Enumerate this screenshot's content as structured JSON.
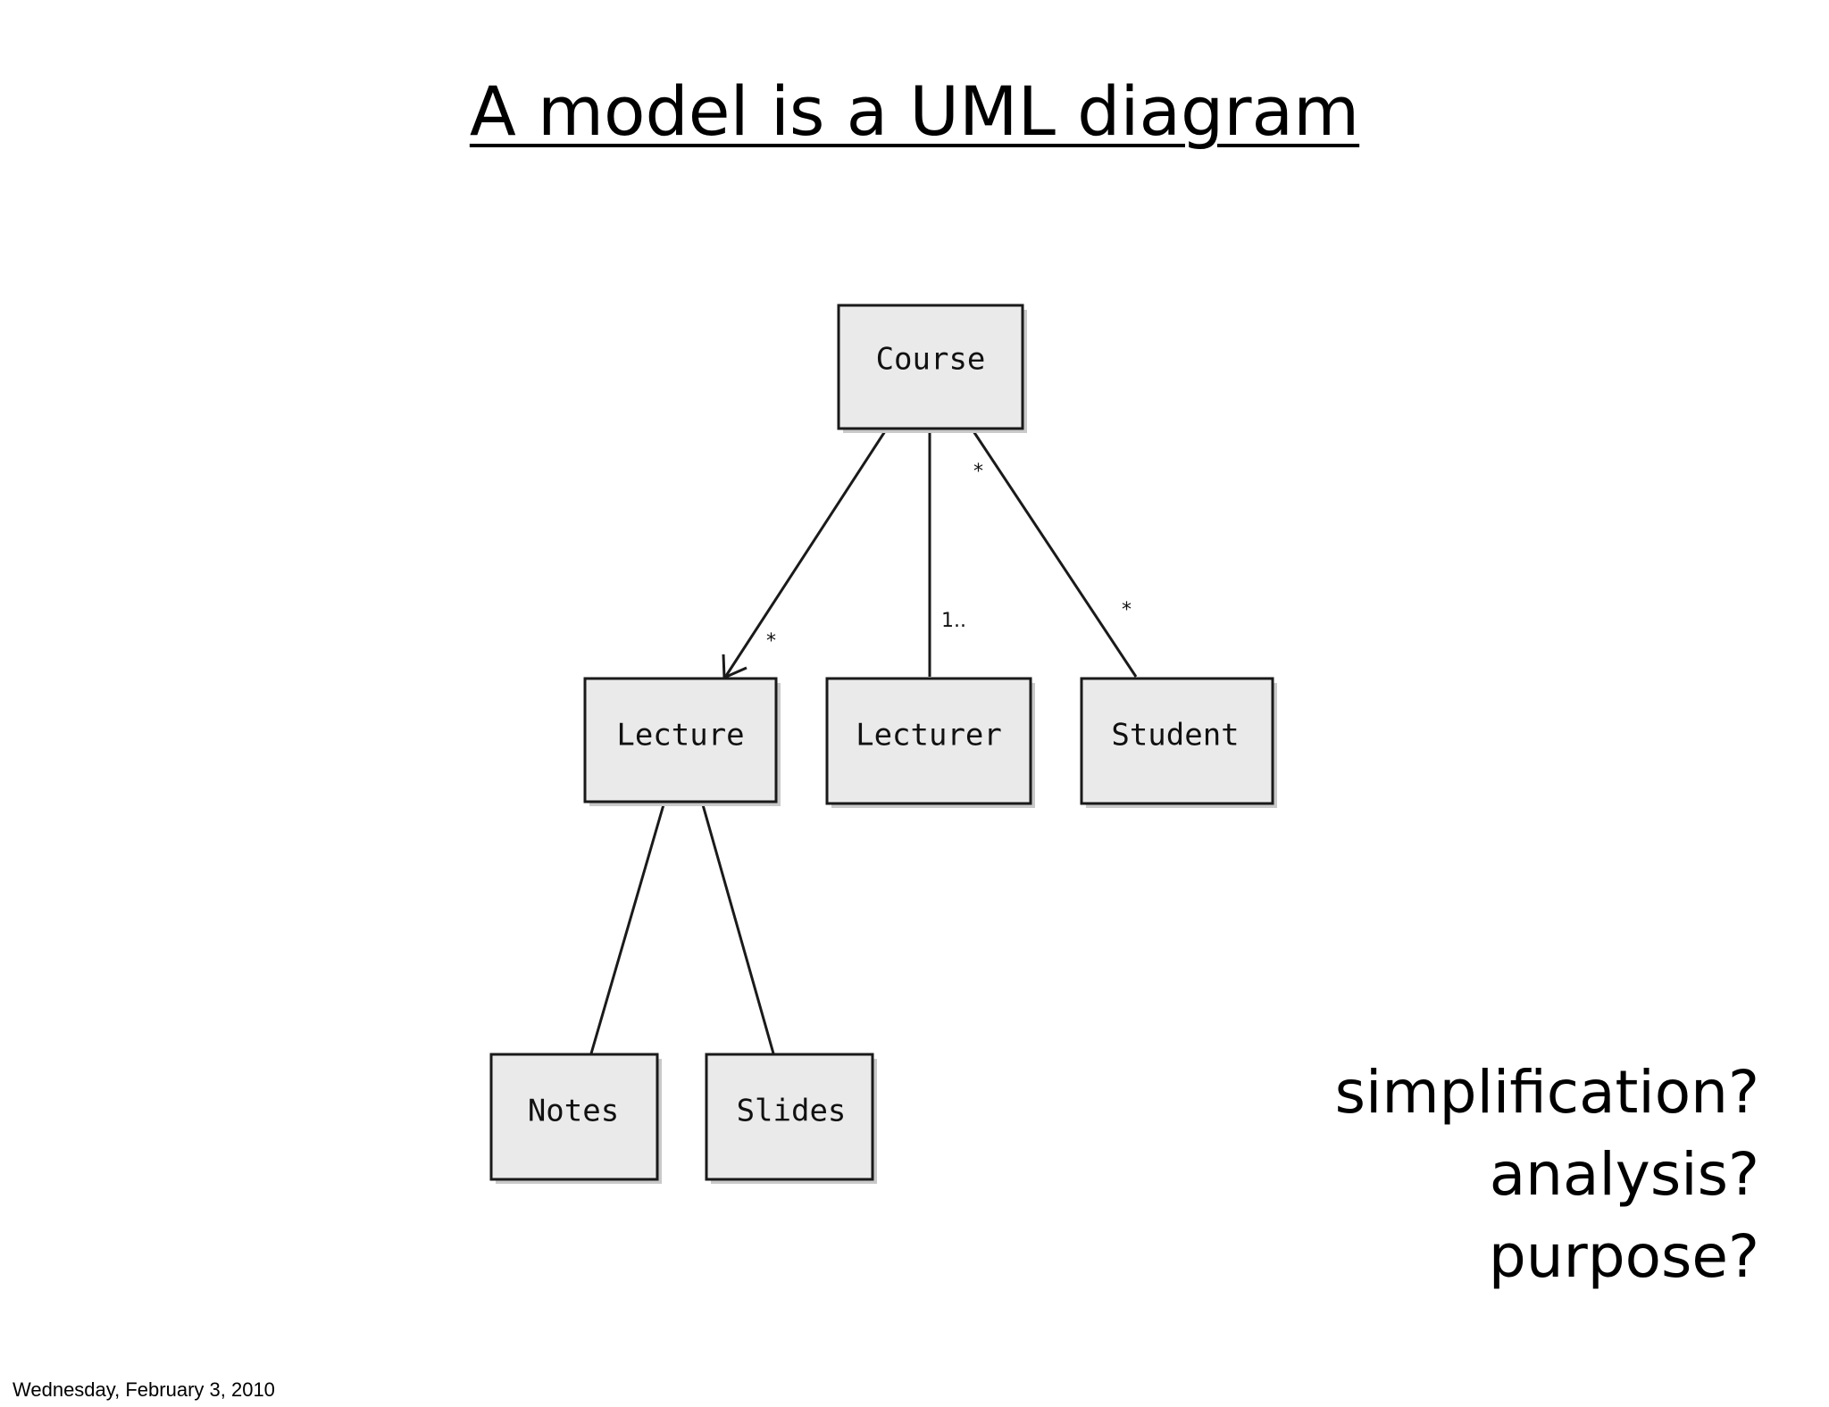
{
  "slide": {
    "title": "A model is a UML diagram",
    "footer_date": "Wednesday, February 3, 2010"
  },
  "diagram": {
    "nodes": [
      {
        "id": "course",
        "label": "Course"
      },
      {
        "id": "lecture",
        "label": "Lecture"
      },
      {
        "id": "lecturer",
        "label": "Lecturer"
      },
      {
        "id": "student",
        "label": "Student"
      },
      {
        "id": "notes",
        "label": "Notes"
      },
      {
        "id": "slides",
        "label": "Slides"
      }
    ],
    "edges": [
      {
        "from": "course",
        "to": "lecture",
        "multiplicity": "*",
        "navigable": true
      },
      {
        "from": "course",
        "to": "lecturer",
        "multiplicity": "1.."
      },
      {
        "from": "course",
        "to": "student",
        "multiplicity_source": "*",
        "multiplicity": "*"
      },
      {
        "from": "lecture",
        "to": "notes"
      },
      {
        "from": "lecture",
        "to": "slides"
      }
    ]
  },
  "questions": [
    "simplification?",
    "analysis?",
    "purpose?"
  ]
}
